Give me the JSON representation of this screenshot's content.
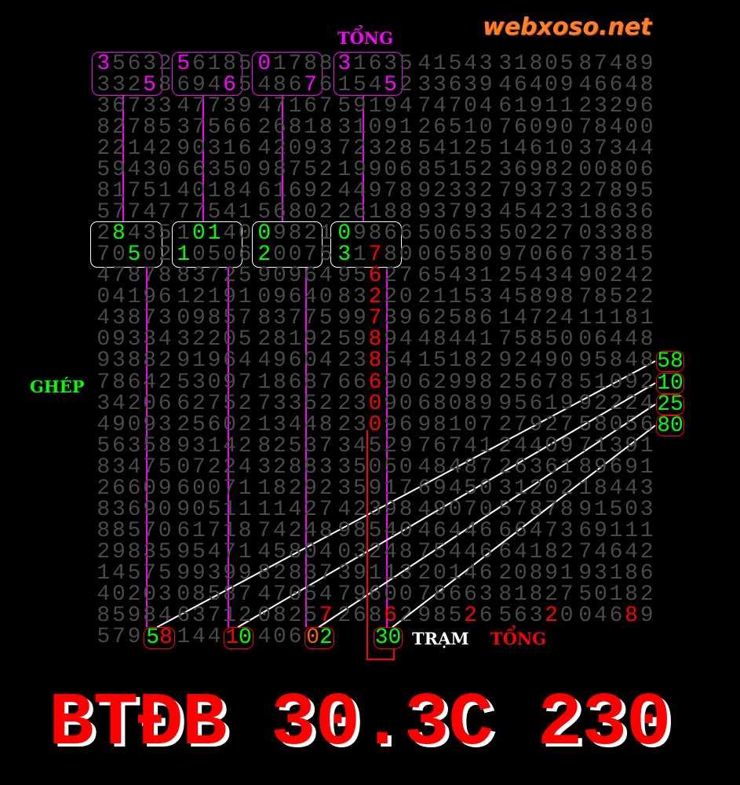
{
  "grid": {
    "columns": [
      [
        "35632",
        "33258",
        "36733",
        "82785",
        "22142",
        "59430",
        "81751",
        "57747",
        "28435",
        "70502",
        "47878",
        "04196",
        "43873",
        "09334",
        "93882",
        "78642",
        "34206",
        "49093",
        "56358",
        "83475",
        "26609",
        "83690",
        "88570",
        "29835",
        "14575",
        "40203",
        "85984",
        "579"
      ],
      [
        "56185",
        "69465",
        "47739",
        "37566",
        "90316",
        "66350",
        "40184",
        "77541",
        "10140",
        "10506",
        "83725",
        "12191",
        "09857",
        "32205",
        "91964",
        "53097",
        "62752",
        "25602",
        "93142",
        "07224",
        "60071",
        "90511",
        "61718",
        "95471",
        "99399",
        "08587",
        "63712",
        "144"
      ],
      [
        "01788",
        "48676",
        "47167",
        "26818",
        "42093",
        "98752",
        "61692",
        "56802",
        "09821",
        "20075",
        "90964",
        "09640",
        "83775",
        "28192",
        "49604",
        "18687",
        "73352",
        "13448",
        "82537",
        "32883",
        "18292",
        "11427",
        "74248",
        "45804",
        "82837",
        "47054",
        "08257",
        "406"
      ],
      [
        "31635",
        "15452",
        "59194",
        "31091",
        "72328",
        "19906",
        "44978",
        "26188",
        "09866",
        "31780",
        "95627",
        "83220",
        "99739",
        "59894",
        "23854",
        "66690",
        "23090",
        "23096",
        "34529",
        "35050",
        "35917",
        "42398",
        "98540",
        "03248",
        "39113",
        "79600",
        "26862",
        ""
      ],
      [
        "41543",
        "33639",
        "74704",
        "26510",
        "54125",
        "85152",
        "92332",
        "93793",
        "50653",
        "06580",
        "65431",
        "21153",
        "62586",
        "48441",
        "15182",
        "62998",
        "68089",
        "98107",
        "76741",
        "48487",
        "69450",
        "49070",
        "46446",
        "75446",
        "20146",
        "78663",
        "98526"
      ],
      [
        "31805",
        "46409",
        "61911",
        "76090",
        "14610",
        "36982",
        "79373",
        "45423",
        "50227",
        "97066",
        "25434",
        "45898",
        "14724",
        "75850",
        "92490",
        "25678",
        "95619",
        "27927",
        "24409",
        "26361",
        "31202",
        "57878",
        "66473",
        "64182",
        "20891",
        "81827",
        "56320"
      ],
      [
        "87489",
        "46648",
        "23296",
        "78400",
        "37344",
        "00806",
        "27895",
        "18636",
        "03388",
        "73815",
        "90242",
        "78522",
        "11181",
        "06448",
        "95848",
        "51092",
        "92224",
        "58056",
        "71391",
        "89691",
        "18443",
        "91503",
        "69111",
        "74642",
        "93186",
        "50182",
        "04689"
      ]
    ],
    "highlights": [
      {
        "row": 0,
        "col": 0,
        "pos": 0,
        "color": "#ff00ff"
      },
      {
        "row": 0,
        "col": 1,
        "pos": 0,
        "color": "#ff00ff"
      },
      {
        "row": 0,
        "col": 2,
        "pos": 0,
        "color": "#ff00ff"
      },
      {
        "row": 0,
        "col": 3,
        "pos": 0,
        "color": "#ff00ff"
      },
      {
        "row": 1,
        "col": 0,
        "pos": 3,
        "color": "#ff00ff"
      },
      {
        "row": 1,
        "col": 1,
        "pos": 3,
        "color": "#ff00ff"
      },
      {
        "row": 1,
        "col": 2,
        "pos": 3,
        "color": "#ff00ff"
      },
      {
        "row": 1,
        "col": 3,
        "pos": 3,
        "color": "#ff00ff"
      },
      {
        "row": 8,
        "col": 0,
        "pos": 1,
        "color": "#00ff00"
      },
      {
        "row": 8,
        "col": 1,
        "pos": 1,
        "color": "#00ff00"
      },
      {
        "row": 8,
        "col": 1,
        "pos": 2,
        "color": "#00ff00"
      },
      {
        "row": 8,
        "col": 2,
        "pos": 0,
        "color": "#00ff00"
      },
      {
        "row": 8,
        "col": 3,
        "pos": 0,
        "color": "#00ff00"
      },
      {
        "row": 9,
        "col": 0,
        "pos": 2,
        "color": "#00ff00"
      },
      {
        "row": 9,
        "col": 1,
        "pos": 0,
        "color": "#00ff00"
      },
      {
        "row": 9,
        "col": 2,
        "pos": 0,
        "color": "#00ff00"
      },
      {
        "row": 9,
        "col": 3,
        "pos": 0,
        "color": "#00ff00"
      },
      {
        "row": 9,
        "col": 3,
        "pos": 2,
        "color": "#ff0000"
      },
      {
        "row": 10,
        "col": 3,
        "pos": 2,
        "color": "#ff0000"
      },
      {
        "row": 11,
        "col": 3,
        "pos": 2,
        "color": "#ff0000"
      },
      {
        "row": 12,
        "col": 3,
        "pos": 2,
        "color": "#ff0000"
      },
      {
        "row": 13,
        "col": 3,
        "pos": 2,
        "color": "#ff0000"
      },
      {
        "row": 14,
        "col": 3,
        "pos": 2,
        "color": "#ff0000"
      },
      {
        "row": 15,
        "col": 3,
        "pos": 2,
        "color": "#ff0000"
      },
      {
        "row": 16,
        "col": 3,
        "pos": 2,
        "color": "#ff0000"
      },
      {
        "row": 17,
        "col": 3,
        "pos": 2,
        "color": "#ff0000"
      },
      {
        "row": 26,
        "col": 2,
        "pos": 4,
        "color": "#ff0000"
      },
      {
        "row": 26,
        "col": 3,
        "pos": 3,
        "color": "#ff0000"
      },
      {
        "row": 26,
        "col": 4,
        "pos": 3,
        "color": "#ff0000"
      },
      {
        "row": 26,
        "col": 5,
        "pos": 3,
        "color": "#ff0000"
      },
      {
        "row": 26,
        "col": 6,
        "pos": 3,
        "color": "#ff0000"
      }
    ]
  },
  "labels": {
    "tong_top": "TỔNG",
    "ghep": "GHÉP",
    "tram": "TRẠM",
    "tong_bottom": "TỔNG"
  },
  "bottom_pairs": [
    "58",
    "10",
    "02",
    "30"
  ],
  "right_pairs": [
    "58",
    "10",
    "25",
    "80"
  ],
  "watermark": "webxoso.net",
  "title": "BTĐB 30.3C 230",
  "colors": {
    "magenta": "#ff00ff",
    "green": "#00ff00",
    "red": "#ff0000",
    "digit": "#4a4a4a",
    "watermark": "#ff7f2a"
  }
}
